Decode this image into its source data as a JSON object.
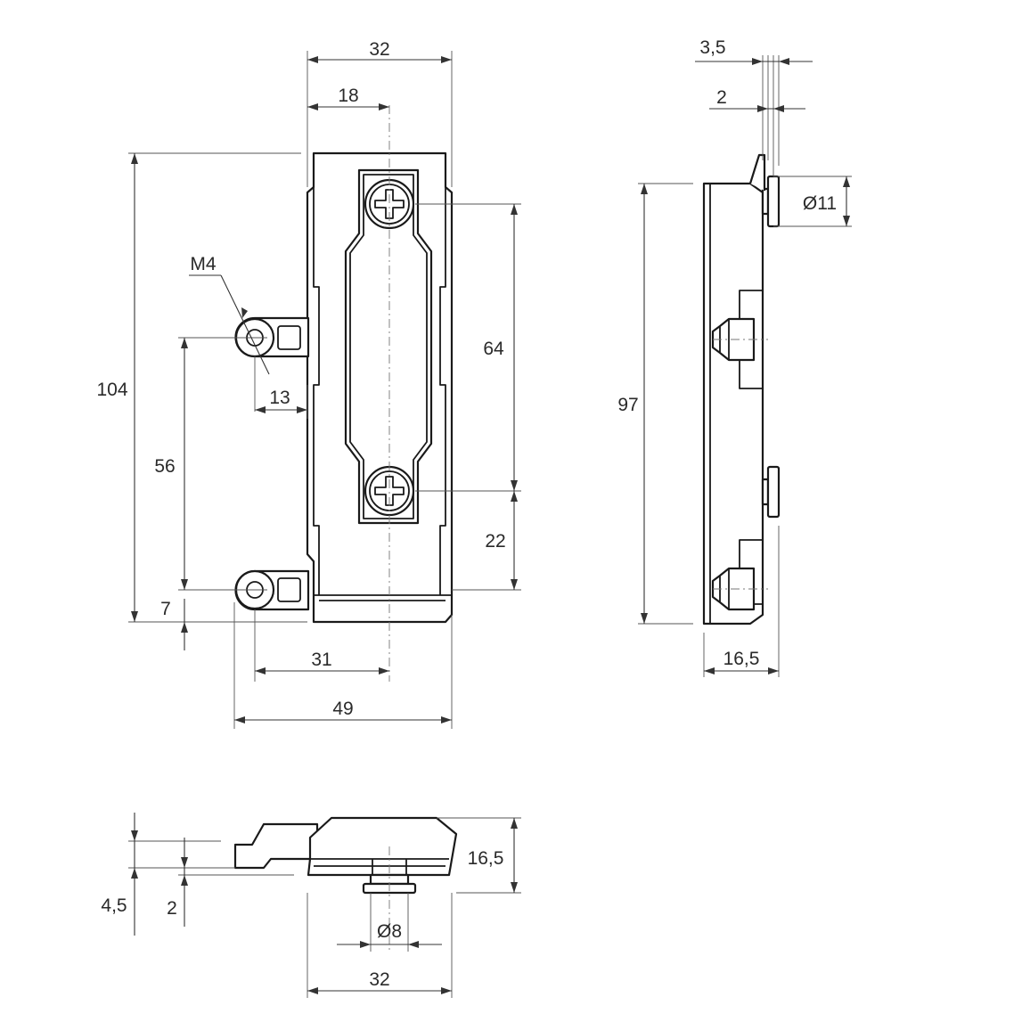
{
  "dimensions": {
    "front_width": "32",
    "front_half_width": "18",
    "front_height": "104",
    "thread": "M4",
    "eye_offset": "13",
    "eye_spacing": "56",
    "screw_spacing": "64",
    "screw_to_bottom": "22",
    "eye_to_bottom": "7",
    "eye_to_axis": "31",
    "overall_width": "49",
    "side_lip": "3,5",
    "side_step": "2",
    "knob_diameter": "Ø11",
    "side_height": "97",
    "side_depth": "16,5",
    "bottom_height": "16,5",
    "bottom_left_a": "4,5",
    "bottom_left_b": "2",
    "pin_diameter": "Ø8",
    "bottom_width": "32"
  }
}
